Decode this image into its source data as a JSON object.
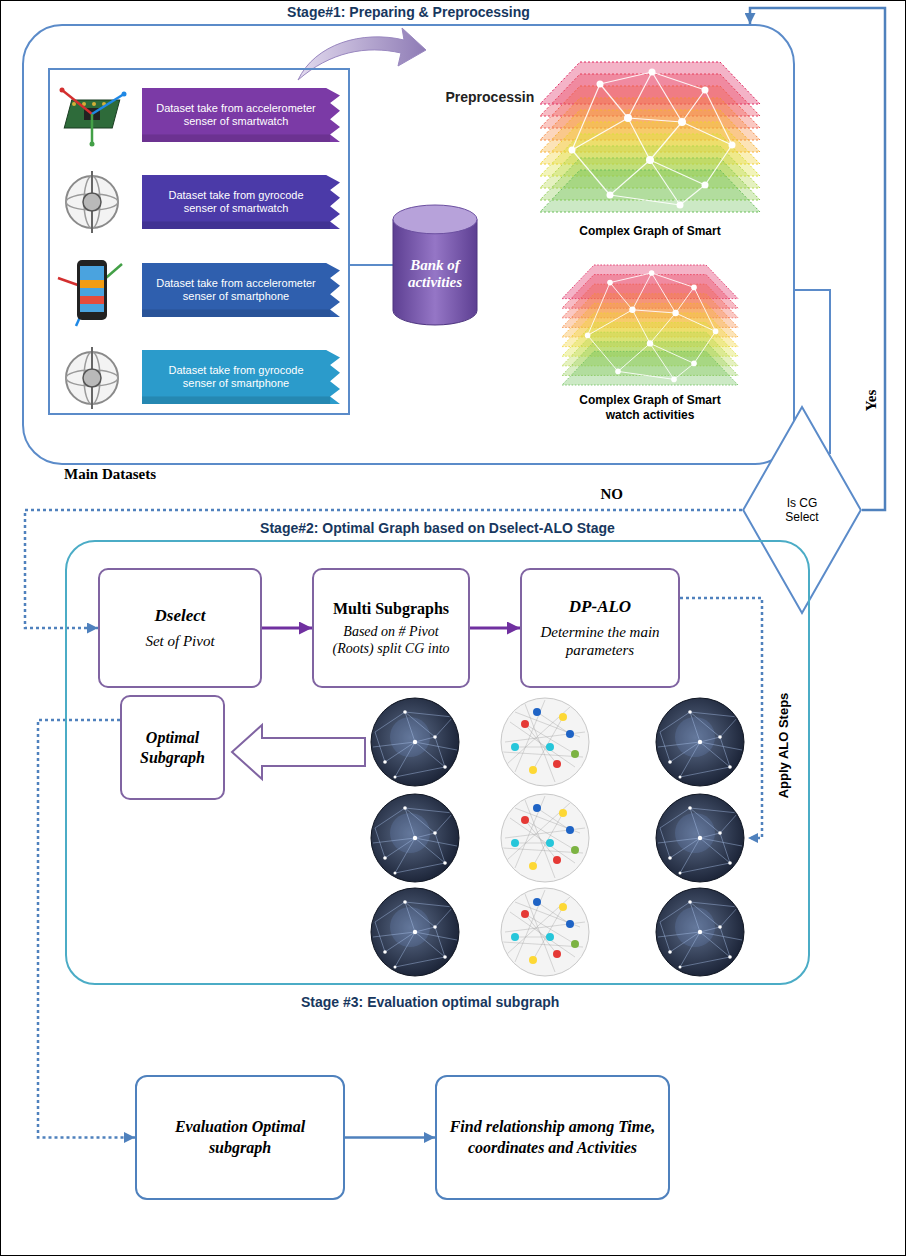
{
  "diagram": {
    "nodes": [
      {
        "text": [
          "Stage#1: Preparing & Preprocessing"
        ]
      },
      {
        "text": [
          "Main Datasets"
        ],
        "in": 0
      },
      {
        "text": [
          "Dataset take from accelerometer senser of smartwatch"
        ],
        "in": 1
      },
      {
        "text": [
          "Dataset take from gyrocode senser of smartwatch"
        ],
        "in": 1
      },
      {
        "text": [
          "Dataset take from accelerometer senser of smartphone"
        ],
        "in": 1
      },
      {
        "text": [
          "Dataset take from gyrocode senser of smartphone"
        ],
        "in": 1
      },
      {
        "text": [
          "Bank of activities"
        ],
        "in": 0
      },
      {
        "text": [
          "Is CG Select"
        ]
      },
      {
        "text": [
          "Stage#2: Optimal Graph based on Dselect-ALO Stage"
        ]
      },
      {
        "text": [
          "Dselect",
          "Set of Pivot"
        ],
        "in": 8
      },
      {
        "text": [
          "Multi Subgraphs",
          "Based on # Pivot (Roots) split CG into"
        ],
        "in": 8
      },
      {
        "text": [
          "DP-ALO",
          "Determine the main parameters"
        ],
        "in": 8
      },
      {
        "text": [
          "Optimal Subgraph"
        ],
        "in": 8
      },
      {
        "text": [
          "Evaluation Optimal subgraph"
        ]
      },
      {
        "text": [
          "Find relationship among Time, coordinates and Activities"
        ]
      }
    ],
    "edges": [
      {
        "from": 1,
        "to": 6,
        "arrow": "none"
      },
      {
        "from": 0,
        "to": 7,
        "arrow": "none"
      },
      {
        "from": 7,
        "to": 0,
        "label": "Yes",
        "arrow": "to"
      },
      {
        "from": 7,
        "to": 9,
        "label": "NO",
        "arrow": "to"
      },
      {
        "from": 9,
        "to": 10,
        "arrow": "to"
      },
      {
        "from": 10,
        "to": 11,
        "arrow": "to"
      },
      {
        "from": 12,
        "to": 13,
        "arrow": "to"
      },
      {
        "from": 13,
        "to": 14,
        "arrow": "to"
      }
    ],
    "labels": [
      "Preprocessin",
      "Complex Graph of Smart",
      "Complex Graph of Smart watch activities",
      "Apply ALO Steps",
      "Stage #3: Evaluation optimal subgraph"
    ]
  }
}
